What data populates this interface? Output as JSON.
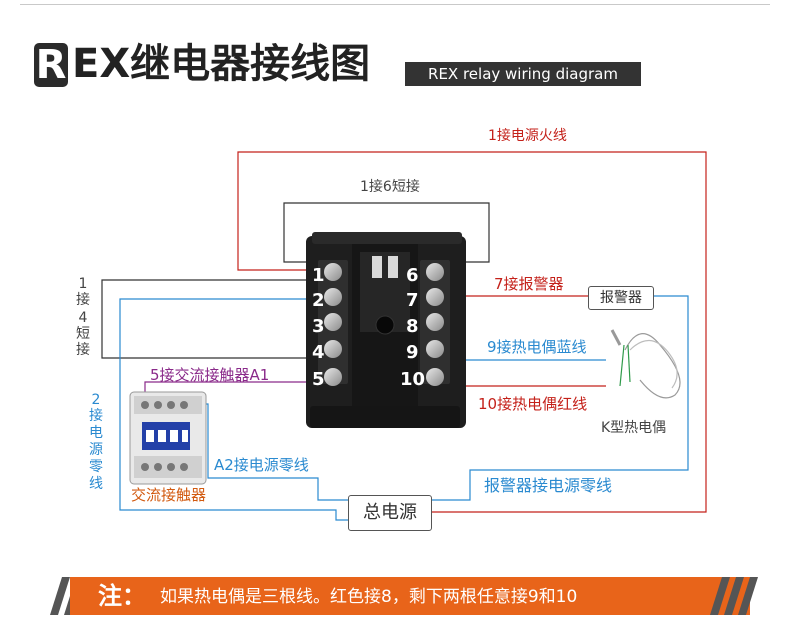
{
  "header": {
    "title_initial": "R",
    "title_rest": "EX继电器接线图",
    "subtitle": "REX relay wiring diagram"
  },
  "wire_labels": {
    "terminal1_live": "1接电源火线",
    "terminal1_6_short": "1接6短接",
    "terminal7_alarm": "7接报警器",
    "terminal9_blue": "9接热电偶蓝线",
    "terminal10_red": "10接热电偶红线",
    "terminal5_contactor": "5接交流接触器A1",
    "contactor_a2_neutral": "A2接电源零线",
    "alarm_neutral": "报警器接电源零线",
    "terminal1_4_short_vertical": [
      "1",
      "接",
      "4",
      "短",
      "接"
    ],
    "terminal2_neutral_vertical": [
      "2",
      "接",
      "电",
      "源",
      "零",
      "线"
    ]
  },
  "components": {
    "alarm": "报警器",
    "thermocouple": "K型热电偶",
    "contactor": "交流接触器",
    "power": "总电源"
  },
  "terminals": {
    "left": [
      "1",
      "2",
      "3",
      "4",
      "5"
    ],
    "right": [
      "6",
      "7",
      "8",
      "9",
      "10"
    ]
  },
  "footer": {
    "note_label": "注：",
    "note_text": "如果热电偶是三根线。红色接8，剩下两根任意接9和10"
  },
  "colors": {
    "live_wire": "#c4211a",
    "neutral_wire": "#2a8ad0",
    "short_wire": "#333333",
    "contactor_wire": "#8a2a8a",
    "footer_bg": "#e8641a"
  }
}
